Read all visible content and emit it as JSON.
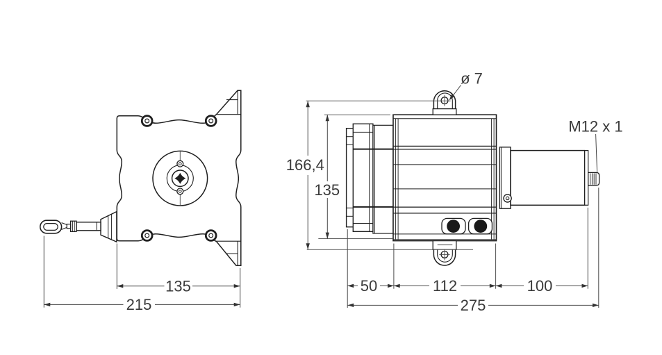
{
  "drawing": {
    "type": "technical-dimension-drawing",
    "description": "Two-view dimensional drawing of a draw-wire sensor with mounting plate, measuring eyelet, mounting lugs and M12 connector",
    "views": {
      "front_view": "front view with square mounting plate, cable drum hub and wire eyelet",
      "side_view": "side view with mounting lugs, housing and M12 connector"
    },
    "labels": {
      "hole_diameter": "ø 7",
      "thread_size": "M12 x 1"
    },
    "dimensions": {
      "front_plate_width": "135",
      "front_overall_width": "215",
      "side_overall_height": "166,4",
      "side_body_height": "135",
      "side_flange_depth": "50",
      "side_body_length": "112",
      "side_connector_length": "100",
      "side_overall_length": "275"
    },
    "colors": {
      "part_line": "#1f1f1f",
      "dim_line": "#4a4a4a",
      "text": "#3a3a3a",
      "background": "#ffffff"
    }
  }
}
